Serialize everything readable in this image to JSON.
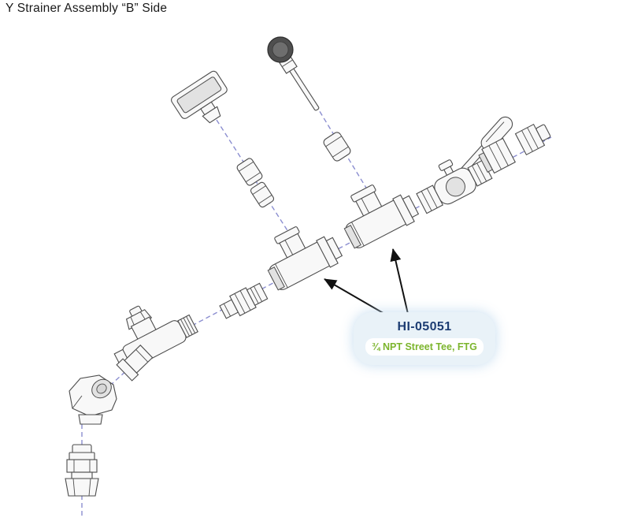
{
  "page": {
    "title": "Y Strainer Assembly “B” Side"
  },
  "callout": {
    "part_number": "HI-05051",
    "part_name": "¾ NPT Street Tee, FTG",
    "colors": {
      "part_number_text": "#1d3d73",
      "part_name_text": "#7cb52d",
      "bubble_background": "#e9f2f8"
    }
  },
  "diagram": {
    "centerline_color": "#8b8ed0",
    "part_outline_color": "#4c4c4c",
    "arrow_color": "#111111",
    "depicted_parts": [
      "thermometer-dial-with-stem",
      "pressure-gauge-head",
      "pipe-coupling",
      "street-tee",
      "street-tee",
      "ball-valve-with-lever-handle",
      "hex-coupling",
      "hex-plug",
      "hex-nipple",
      "y-strainer",
      "90-degree-elbow",
      "hose-fitting"
    ]
  }
}
